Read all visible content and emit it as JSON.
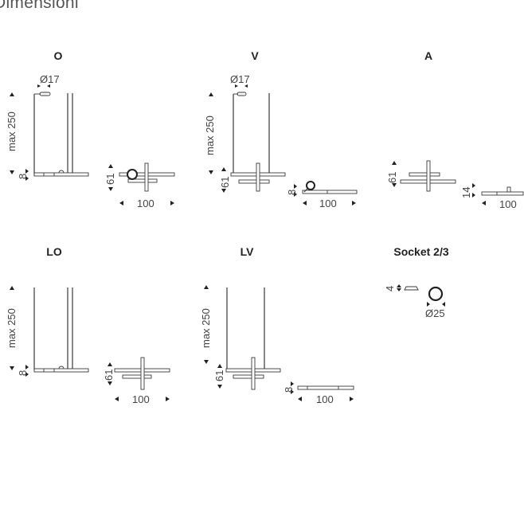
{
  "page": {
    "title": "Dimensioni"
  },
  "variants": [
    {
      "name": "O"
    },
    {
      "name": "V"
    },
    {
      "name": "A"
    },
    {
      "name": "LO"
    },
    {
      "name": "LV"
    },
    {
      "name": "Socket 2/3"
    }
  ],
  "dimensions": {
    "diameter_17": "Ø17",
    "max_250": "max 250",
    "h8": "8",
    "h61": "61",
    "w100": "100",
    "h14": "14",
    "h4": "4",
    "diameter_25": "Ø25"
  }
}
